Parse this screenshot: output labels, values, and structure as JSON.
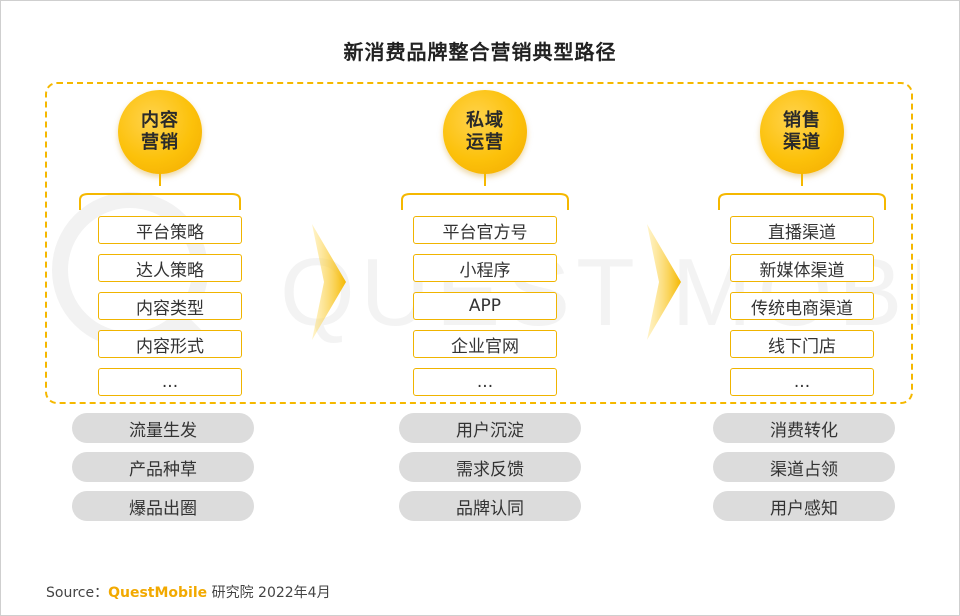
{
  "title": "新消费品牌整合营销典型路径",
  "watermark": "QUEST MOBILE",
  "columns": [
    {
      "circle": [
        "内容",
        "营销"
      ],
      "items": [
        "平台策略",
        "达人策略",
        "内容类型",
        "内容形式",
        "..."
      ],
      "results": [
        "流量生发",
        "产品种草",
        "爆品出圈"
      ]
    },
    {
      "circle": [
        "私域",
        "运营"
      ],
      "items": [
        "平台官方号",
        "小程序",
        "APP",
        "企业官网",
        "..."
      ],
      "results": [
        "用户沉淀",
        "需求反馈",
        "品牌认同"
      ]
    },
    {
      "circle": [
        "销售",
        "渠道"
      ],
      "items": [
        "直播渠道",
        "新媒体渠道",
        "传统电商渠道",
        "线下门店",
        "..."
      ],
      "results": [
        "消费转化",
        "渠道占领",
        "用户感知"
      ]
    }
  ],
  "source": {
    "prefix": "Source：",
    "brand": "QuestMobile",
    "suffix": " 研究院 2022年4月"
  },
  "colors": {
    "accent": "#f5b800",
    "circle": "#fcc10a",
    "result_bg": "#dcdcdc"
  }
}
